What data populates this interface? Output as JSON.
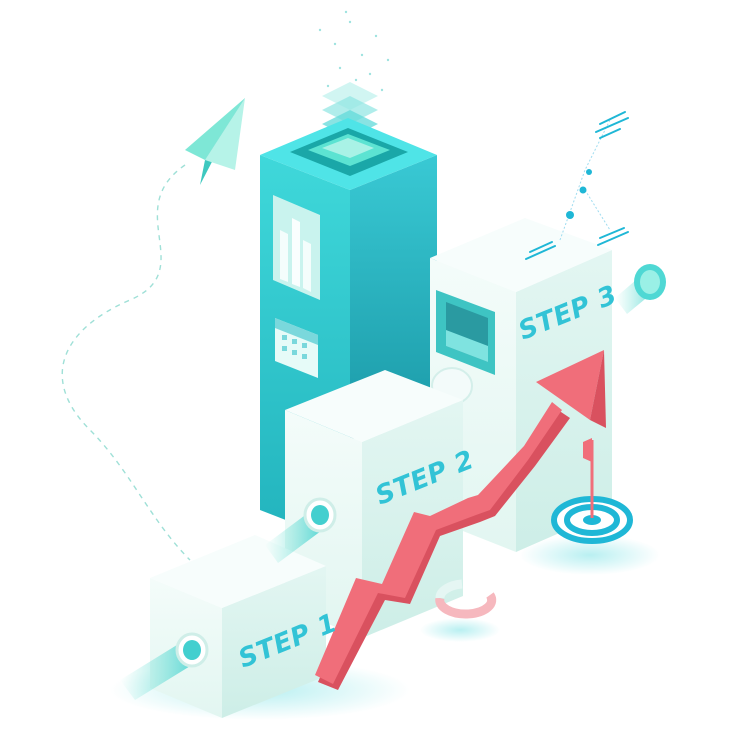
{
  "steps": [
    {
      "label": "STEP 1"
    },
    {
      "label": "STEP 2"
    },
    {
      "label": "STEP 3"
    }
  ],
  "colors": {
    "block_light": "#eefaf6",
    "block_side": "#d6f2ec",
    "block_shadow": "#c3ebe3",
    "tower_front": "#2fc6c8",
    "tower_side": "#20a9b1",
    "tower_top": "#4ee3e6",
    "label": "#32c3d6",
    "arrow": "#f06e7a",
    "arrow_dark": "#d9515f",
    "target": "#1fb7d6"
  },
  "icons": [
    "paper-plane-icon",
    "city-skyline-icon",
    "calendar-icon",
    "target-icon",
    "flag-icon",
    "rocket-trail-icon"
  ]
}
